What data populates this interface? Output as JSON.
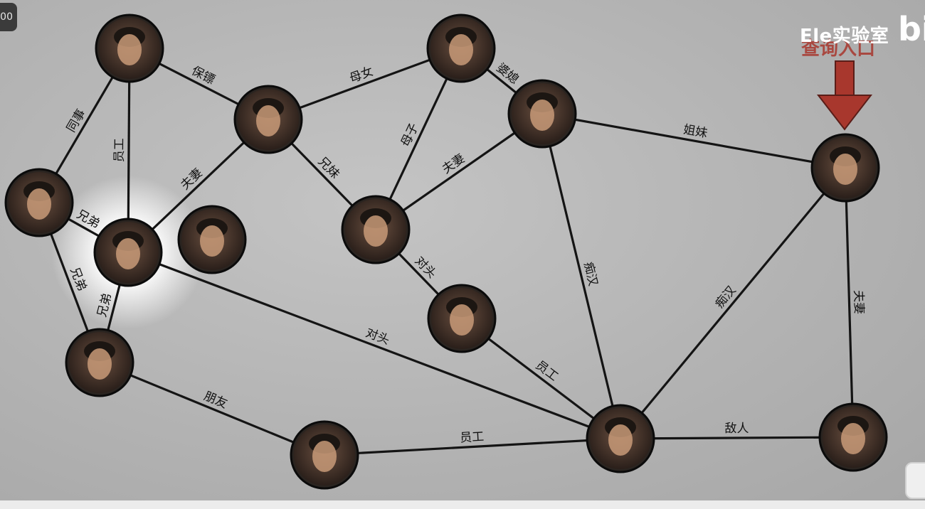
{
  "player": {
    "timestamp": "00"
  },
  "watermark": {
    "text": "Ele实验室"
  },
  "annotation": {
    "text": "查询入口"
  },
  "brand": {
    "text": "bi"
  },
  "colors": {
    "background": "#b3b3b3",
    "edge": "#141414",
    "arrow": "#a8372d",
    "highlight": "#ffffff"
  },
  "graph": {
    "nodes": [
      {
        "id": "n1",
        "name": "portrait-top-left"
      },
      {
        "id": "n2",
        "name": "portrait-woman-crown"
      },
      {
        "id": "n3",
        "name": "portrait-old-woman"
      },
      {
        "id": "n4",
        "name": "portrait-woman-center"
      },
      {
        "id": "n5",
        "name": "portrait-query-woman"
      },
      {
        "id": "n6",
        "name": "portrait-bearded-man-left"
      },
      {
        "id": "n7",
        "name": "portrait-highlighted-man"
      },
      {
        "id": "n8",
        "name": "portrait-young-man"
      },
      {
        "id": "n9",
        "name": "portrait-man-center"
      },
      {
        "id": "n10",
        "name": "portrait-old-monk"
      },
      {
        "id": "n11",
        "name": "portrait-man-lower-left"
      },
      {
        "id": "n12",
        "name": "portrait-soldier"
      },
      {
        "id": "n13",
        "name": "portrait-man-hub"
      },
      {
        "id": "n14",
        "name": "portrait-man-lower-right"
      }
    ],
    "edges": [
      {
        "from": "n1",
        "to": "n6",
        "label": "同事"
      },
      {
        "from": "n1",
        "to": "n7",
        "label": "员工"
      },
      {
        "from": "n1",
        "to": "n2",
        "label": "保镖"
      },
      {
        "from": "n2",
        "to": "n3",
        "label": "母女"
      },
      {
        "from": "n2",
        "to": "n7",
        "label": "夫妻"
      },
      {
        "from": "n2",
        "to": "n9",
        "label": "兄妹"
      },
      {
        "from": "n3",
        "to": "n4",
        "label": "婆媳"
      },
      {
        "from": "n3",
        "to": "n9",
        "label": "母子"
      },
      {
        "from": "n4",
        "to": "n9",
        "label": "夫妻"
      },
      {
        "from": "n4",
        "to": "n5",
        "label": "姐妹"
      },
      {
        "from": "n4",
        "to": "n13",
        "label": "痴汉"
      },
      {
        "from": "n5",
        "to": "n13",
        "label": "痴汉"
      },
      {
        "from": "n5",
        "to": "n14",
        "label": "夫妻"
      },
      {
        "from": "n6",
        "to": "n7",
        "label": "兄弟"
      },
      {
        "from": "n6",
        "to": "n11",
        "label": "兄弟"
      },
      {
        "from": "n7",
        "to": "n11",
        "label": "兄弟"
      },
      {
        "from": "n7",
        "to": "n13",
        "label": "对头"
      },
      {
        "from": "n9",
        "to": "n10",
        "label": "对头"
      },
      {
        "from": "n10",
        "to": "n13",
        "label": "员工"
      },
      {
        "from": "n11",
        "to": "n12",
        "label": "朋友"
      },
      {
        "from": "n12",
        "to": "n13",
        "label": "员工"
      },
      {
        "from": "n13",
        "to": "n14",
        "label": "敌人"
      }
    ],
    "highlighted_node": "n7",
    "query_entry_node": "n5"
  }
}
